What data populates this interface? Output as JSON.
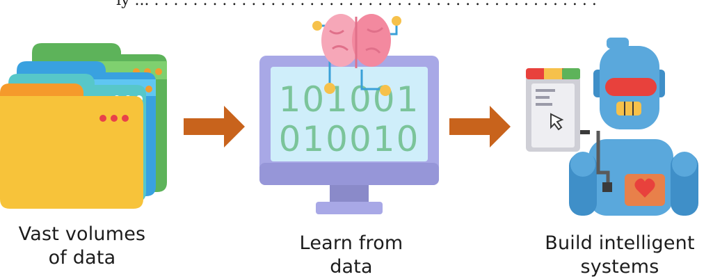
{
  "header": {
    "partial_text": "ly ... . . . . . . . . . . . . . . . . . . . . . . . . . . . . . . . . . . . . . . . . . . . . . ."
  },
  "steps": [
    {
      "line1": "Vast volumes",
      "line2": "of data",
      "icon": "folders-icon"
    },
    {
      "line1": "Learn from",
      "line2": "data",
      "icon": "computer-brain-icon"
    },
    {
      "line1": "Build intelligent",
      "line2": "systems",
      "icon": "robot-icon"
    }
  ],
  "screen_code": {
    "line1": "101001",
    "line2": "010010"
  },
  "colors": {
    "arrow": "#c8631c",
    "folder_front": "#f7c33a",
    "monitor_frame": "#a8a8e6",
    "screen": "#cfeefa",
    "code_text": "#7bc49a",
    "brain": "#f6a7b8",
    "robot_body": "#5aa8dc",
    "robot_visor": "#e8413c"
  }
}
